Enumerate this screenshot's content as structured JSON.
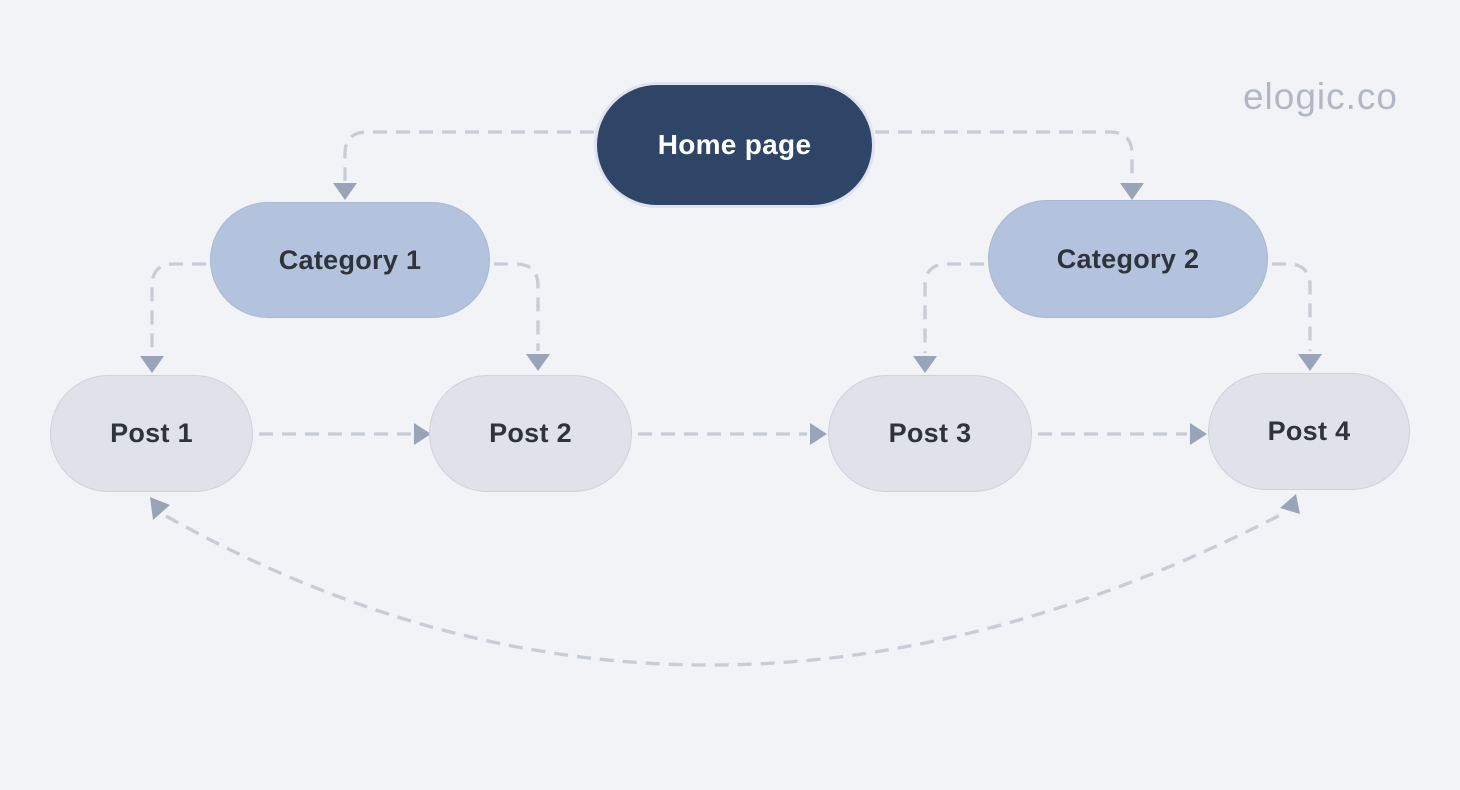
{
  "watermark": "elogic.co",
  "diagram": {
    "title_implied": "Blog sitemap structure",
    "nodes": [
      {
        "id": "home",
        "label": "Home page",
        "type": "primary"
      },
      {
        "id": "category-1",
        "label": "Category 1",
        "type": "secondary"
      },
      {
        "id": "category-2",
        "label": "Category 2",
        "type": "secondary"
      },
      {
        "id": "post-1",
        "label": "Post 1",
        "type": "tertiary"
      },
      {
        "id": "post-2",
        "label": "Post 2",
        "type": "tertiary"
      },
      {
        "id": "post-3",
        "label": "Post 3",
        "type": "tertiary"
      },
      {
        "id": "post-4",
        "label": "Post 4",
        "type": "tertiary"
      }
    ],
    "edges": [
      {
        "from": "home",
        "to": "category-1",
        "style": "dashed",
        "shape": "elbow",
        "direction": "one-way"
      },
      {
        "from": "home",
        "to": "category-2",
        "style": "dashed",
        "shape": "elbow",
        "direction": "one-way"
      },
      {
        "from": "category-1",
        "to": "post-1",
        "style": "dashed",
        "shape": "elbow",
        "direction": "one-way"
      },
      {
        "from": "category-1",
        "to": "post-2",
        "style": "dashed",
        "shape": "elbow",
        "direction": "one-way"
      },
      {
        "from": "category-2",
        "to": "post-3",
        "style": "dashed",
        "shape": "elbow",
        "direction": "one-way"
      },
      {
        "from": "category-2",
        "to": "post-4",
        "style": "dashed",
        "shape": "elbow",
        "direction": "one-way"
      },
      {
        "from": "post-1",
        "to": "post-2",
        "style": "dashed",
        "shape": "straight",
        "direction": "one-way"
      },
      {
        "from": "post-2",
        "to": "post-3",
        "style": "dashed",
        "shape": "straight",
        "direction": "one-way"
      },
      {
        "from": "post-3",
        "to": "post-4",
        "style": "dashed",
        "shape": "straight",
        "direction": "one-way"
      },
      {
        "from": "post-4",
        "to": "post-1",
        "style": "dashed",
        "shape": "curved-bottom",
        "direction": "two-way"
      }
    ],
    "colors": {
      "background": "#f1f3f6",
      "primary_node": "#2e4568",
      "primary_node_text": "#ffffff",
      "secondary_node": "#b3c2dd",
      "tertiary_node": "#dfe2e8",
      "node_text_dark": "#2f333a",
      "connector_dash": "#c7ccd5",
      "arrowhead": "#9aa4b8",
      "watermark_text": "#b1b7c4"
    }
  }
}
